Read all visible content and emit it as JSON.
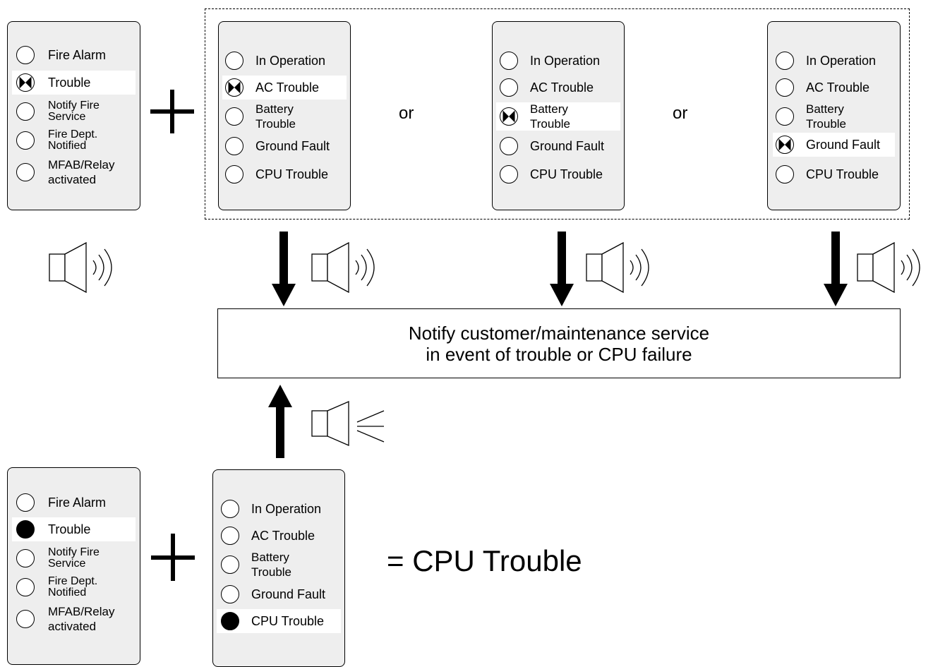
{
  "top_left_panel": {
    "fire_alarm": "Fire Alarm",
    "trouble": "Trouble",
    "notify_fire_service": "Notify Fire\nService",
    "fire_dept_notified": "Fire Dept.\nNotified",
    "mfab_relay_activated": "MFAB/Relay\nactivated"
  },
  "panel_ac": {
    "in_operation": "In Operation",
    "ac_trouble": "AC Trouble",
    "battery_trouble": "Battery\nTrouble",
    "ground_fault": "Ground Fault",
    "cpu_trouble": "CPU Trouble"
  },
  "panel_battery": {
    "in_operation": "In Operation",
    "ac_trouble": "AC Trouble",
    "battery_trouble": "Battery\nTrouble",
    "ground_fault": "Ground Fault",
    "cpu_trouble": "CPU Trouble"
  },
  "panel_ground": {
    "in_operation": "In Operation",
    "ac_trouble": "AC Trouble",
    "battery_trouble": "Battery\nTrouble",
    "ground_fault": "Ground Fault",
    "cpu_trouble": "CPU Trouble"
  },
  "or_1": "or",
  "or_2": "or",
  "notify_box": {
    "line1": "Notify customer/maintenance service",
    "line2": "in event of trouble or CPU failure"
  },
  "bottom_left_panel": {
    "fire_alarm": "Fire Alarm",
    "trouble": "Trouble",
    "notify_fire_service": "Notify Fire\nService",
    "fire_dept_notified": "Fire Dept.\nNotified",
    "mfab_relay_activated": "MFAB/Relay\nactivated"
  },
  "panel_cpu": {
    "in_operation": "In Operation",
    "ac_trouble": "AC Trouble",
    "battery_trouble": "Battery\nTrouble",
    "ground_fault": "Ground Fault",
    "cpu_trouble": "CPU Trouble"
  },
  "result": "= CPU Trouble"
}
